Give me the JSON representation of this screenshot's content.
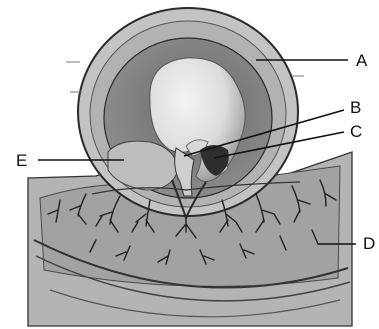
{
  "labels": {
    "a": "A",
    "b": "B",
    "c": "C",
    "d": "D",
    "e": "E"
  },
  "colors": {
    "background": "#ffffff",
    "ink": "#1a1a1a",
    "uterine_wall": "#b9b9b9",
    "amniotic_cavity": "#7c7c7c",
    "embryo": "#e3e3e3",
    "placenta": "#a8a8a8"
  }
}
